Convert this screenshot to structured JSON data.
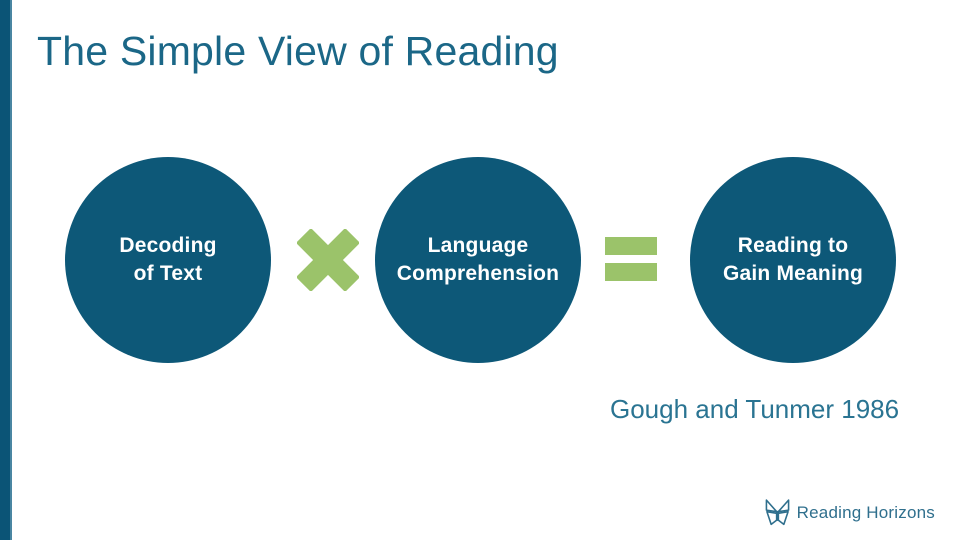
{
  "slide": {
    "title": "The Simple View of Reading",
    "attribution": "Gough and Tunmer 1986",
    "equation": {
      "circles": [
        {
          "lines": [
            "Decoding",
            "of Text"
          ]
        },
        {
          "lines": [
            "Language",
            "Comprehension"
          ]
        },
        {
          "lines": [
            "Reading to",
            "Gain Meaning"
          ]
        }
      ],
      "operators": [
        {
          "name": "multiply"
        },
        {
          "name": "equals"
        }
      ]
    },
    "footer": {
      "logo_text": "Reading Horizons"
    },
    "colors": {
      "circle_fill": "#0d5878",
      "title_text": "#1b6787",
      "accent_green": "#9bc36a",
      "left_bar": "#0b5476",
      "attribution_text": "#2a7492",
      "logo_text": "#2f6f8d"
    }
  }
}
